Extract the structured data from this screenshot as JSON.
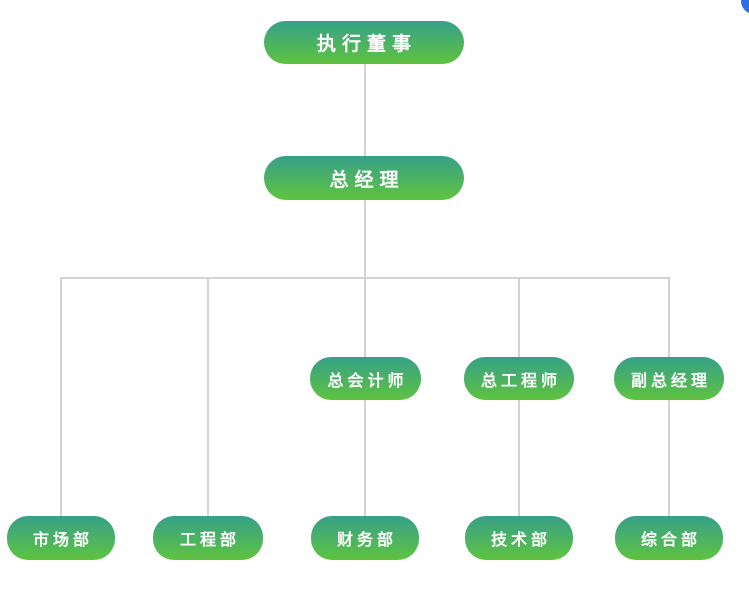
{
  "page": {
    "background_color": "#FFFFFF"
  },
  "decoration": {
    "corner_dot_color": "#2B6FE3"
  },
  "org_chart": {
    "type": "organization-chart",
    "box_gradient_top": "#36A089",
    "box_gradient_bottom": "#5FC33F",
    "box_text_color": "#FFFFFF",
    "connector_line_color": "#D3D3D3",
    "nodes": [
      {
        "id": "executive-director",
        "label": "执行董事",
        "row": 1,
        "parent": null
      },
      {
        "id": "general-manager",
        "label": "总经理",
        "row": 2,
        "parent": "executive-director"
      },
      {
        "id": "chief-accountant",
        "label": "总会计师",
        "row": 3,
        "parent": "general-manager"
      },
      {
        "id": "chief-engineer",
        "label": "总工程师",
        "row": 3,
        "parent": "general-manager"
      },
      {
        "id": "deputy-general-manager",
        "label": "副总经理",
        "row": 3,
        "parent": "general-manager"
      },
      {
        "id": "marketing-dept",
        "label": "市场部",
        "row": 4,
        "parent": "general-manager"
      },
      {
        "id": "engineering-dept",
        "label": "工程部",
        "row": 4,
        "parent": "general-manager"
      },
      {
        "id": "finance-dept",
        "label": "财务部",
        "row": 4,
        "parent": "chief-accountant"
      },
      {
        "id": "technology-dept",
        "label": "技术部",
        "row": 4,
        "parent": "chief-engineer"
      },
      {
        "id": "general-affairs-dept",
        "label": "综合部",
        "row": 4,
        "parent": "deputy-general-manager"
      }
    ]
  }
}
